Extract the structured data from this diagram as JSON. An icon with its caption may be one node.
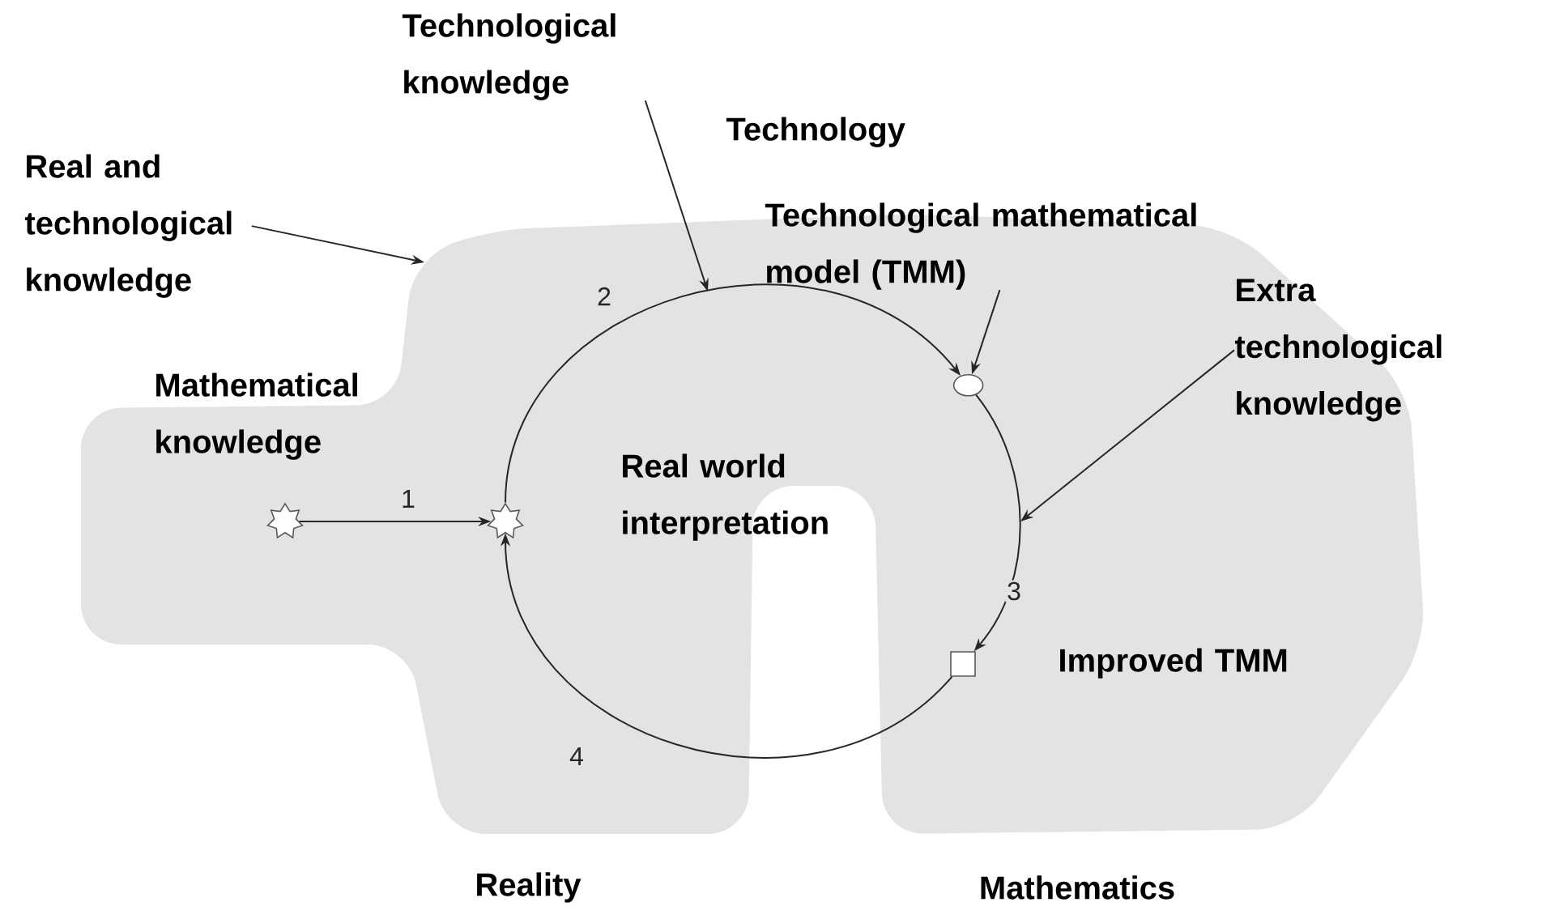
{
  "diagram": {
    "nodes": [
      {
        "text": [],
        "shape": "star",
        "beside": [
          "Mathematical knowledge"
        ]
      },
      {
        "text": [],
        "shape": "star"
      },
      {
        "text": [],
        "shape": "circle"
      },
      {
        "text": [],
        "shape": "box",
        "beside": [
          "Improved TMM"
        ]
      },
      {
        "text": [
          "Real and technological knowledge"
        ]
      },
      {
        "text": [
          "Technological knowledge"
        ]
      },
      {
        "text": [
          "Technological mathematical model (TMM)"
        ]
      },
      {
        "text": [
          "Extra technological knowledge"
        ]
      }
    ],
    "edges": [
      {
        "from": 0,
        "to": 1,
        "arrow": "to",
        "label": "1"
      },
      {
        "from": 1,
        "to": 2,
        "arrow": "to",
        "label": "2"
      },
      {
        "from": 2,
        "to": 3,
        "arrow": "to",
        "label": "3"
      },
      {
        "from": 3,
        "to": 1,
        "arrow": "to",
        "label": "4"
      },
      {
        "from": 4,
        "to": null,
        "arrow": "to"
      },
      {
        "from": 5,
        "to": null,
        "arrow": "to"
      },
      {
        "from": 6,
        "to": 2,
        "arrow": "to"
      },
      {
        "from": 7,
        "to": null,
        "arrow": "to"
      }
    ],
    "labels": [
      "Technology",
      "Real world interpretation",
      "Reality",
      "Mathematics"
    ]
  }
}
